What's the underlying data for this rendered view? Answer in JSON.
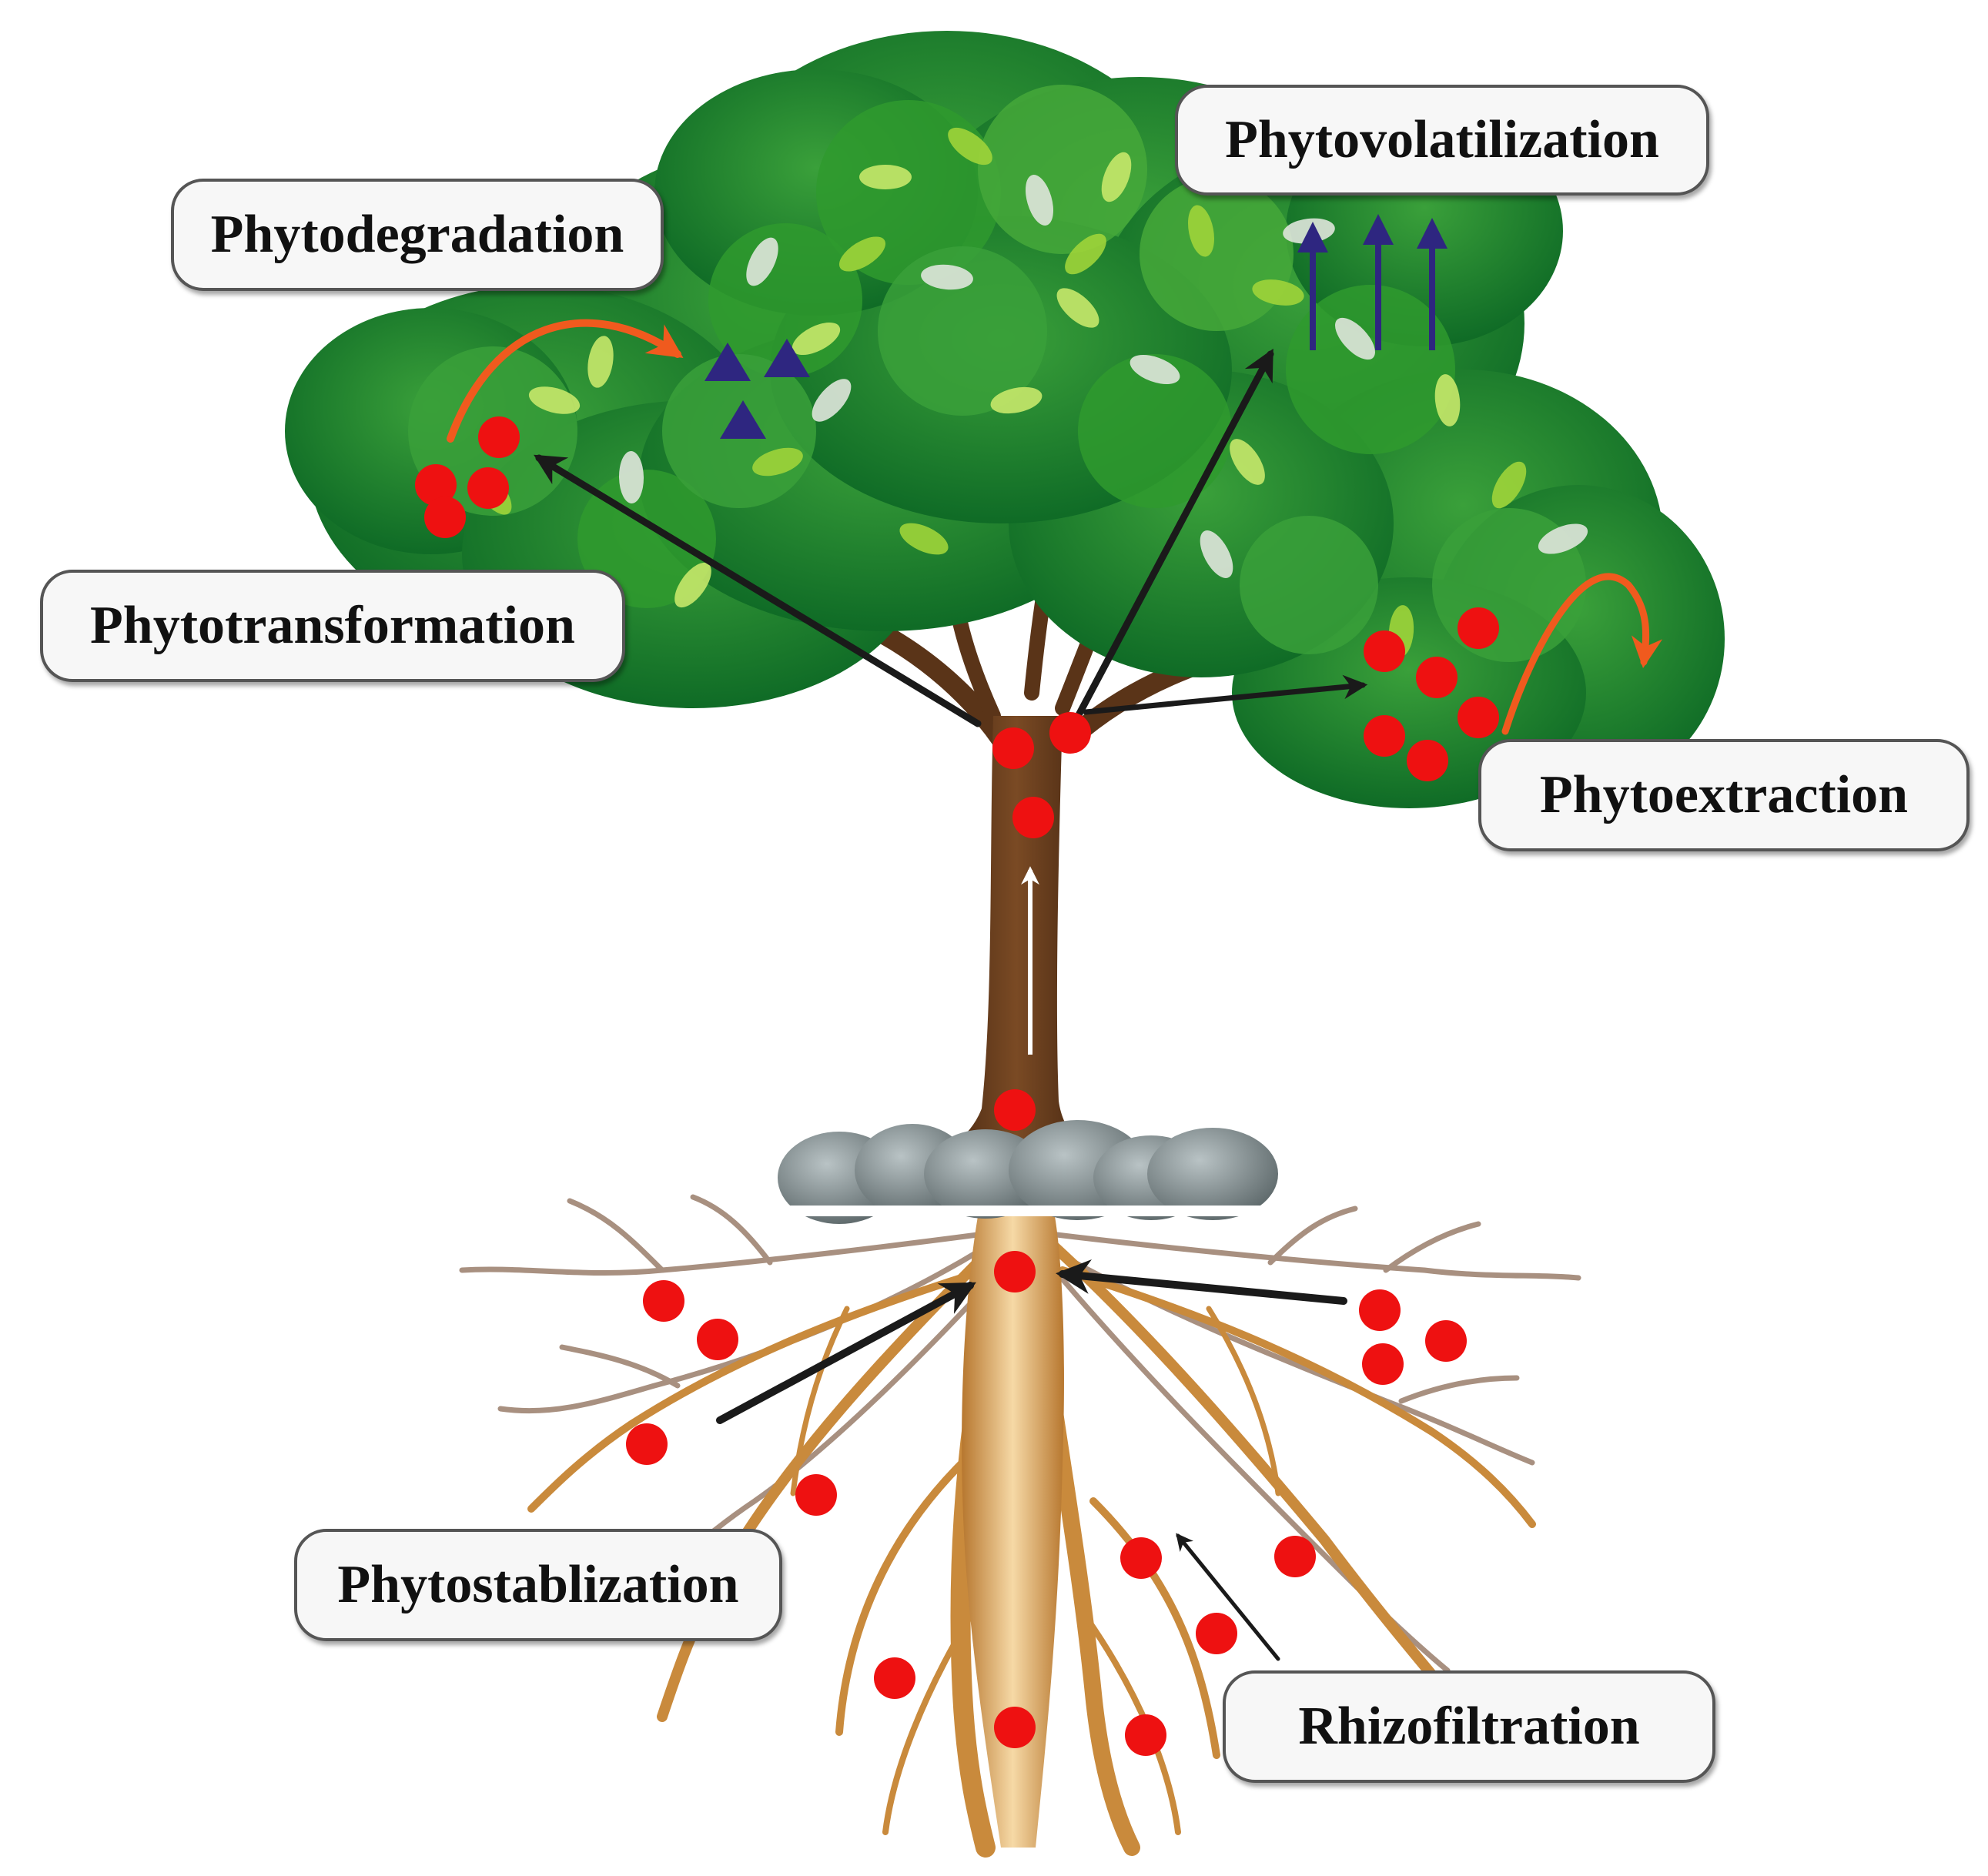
{
  "labels": {
    "phytodegradation": "Phytodegradation",
    "phytovolatilization": "Phytovolatilization",
    "phytotransformation": "Phytotransformation",
    "phytoextraction": "Phytoextraction",
    "phytostablization": "Phytostablization",
    "rhizofiltration": "Rhizofiltration"
  },
  "colors": {
    "contaminant": "#ee1111",
    "volatile_marker": "#2e2680",
    "flow_arrow": "#1a1a1a",
    "process_arrow": "#f05a1e",
    "foliage_dark": "#0f6b26",
    "foliage_mid": "#2f9a2e",
    "foliage_light": "#9ed43a",
    "trunk": "#5a3418",
    "root": "#c98a3c",
    "root_fine": "#a89080",
    "stone": "#7e8a8c"
  }
}
